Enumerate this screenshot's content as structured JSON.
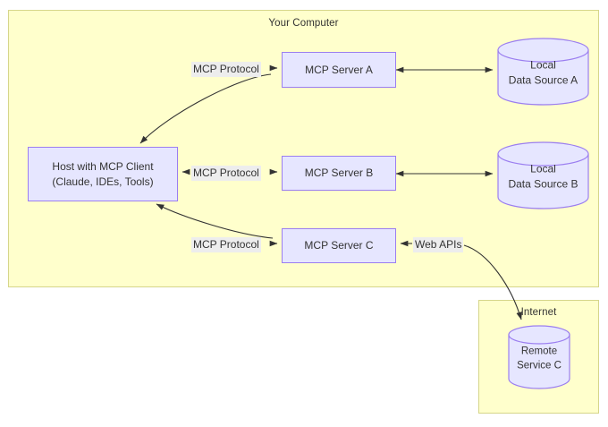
{
  "diagram": {
    "groups": {
      "your_computer": {
        "label": "Your Computer"
      },
      "internet": {
        "label": "Internet"
      }
    },
    "nodes": {
      "host": {
        "line1": "Host with MCP Client",
        "line2": "(Claude, IDEs, Tools)"
      },
      "server_a": {
        "label": "MCP Server A"
      },
      "server_b": {
        "label": "MCP Server B"
      },
      "server_c": {
        "label": "MCP Server C"
      },
      "data_source_a": {
        "line1": "Local",
        "line2": "Data Source A"
      },
      "data_source_b": {
        "line1": "Local",
        "line2": "Data Source B"
      },
      "remote_service_c": {
        "line1": "Remote",
        "line2": "Service C"
      }
    },
    "edge_labels": {
      "protocol_a": "MCP Protocol",
      "protocol_b": "MCP Protocol",
      "protocol_c": "MCP Protocol",
      "web_apis": "Web APIs"
    },
    "colors": {
      "group_fill": "#ffffcc",
      "group_stroke": "#d6d68a",
      "node_fill": "#e6e6ff",
      "node_stroke": "#9b7ef0",
      "edge_stroke": "#333333",
      "label_fill": "#ededed",
      "text": "#333333"
    }
  }
}
